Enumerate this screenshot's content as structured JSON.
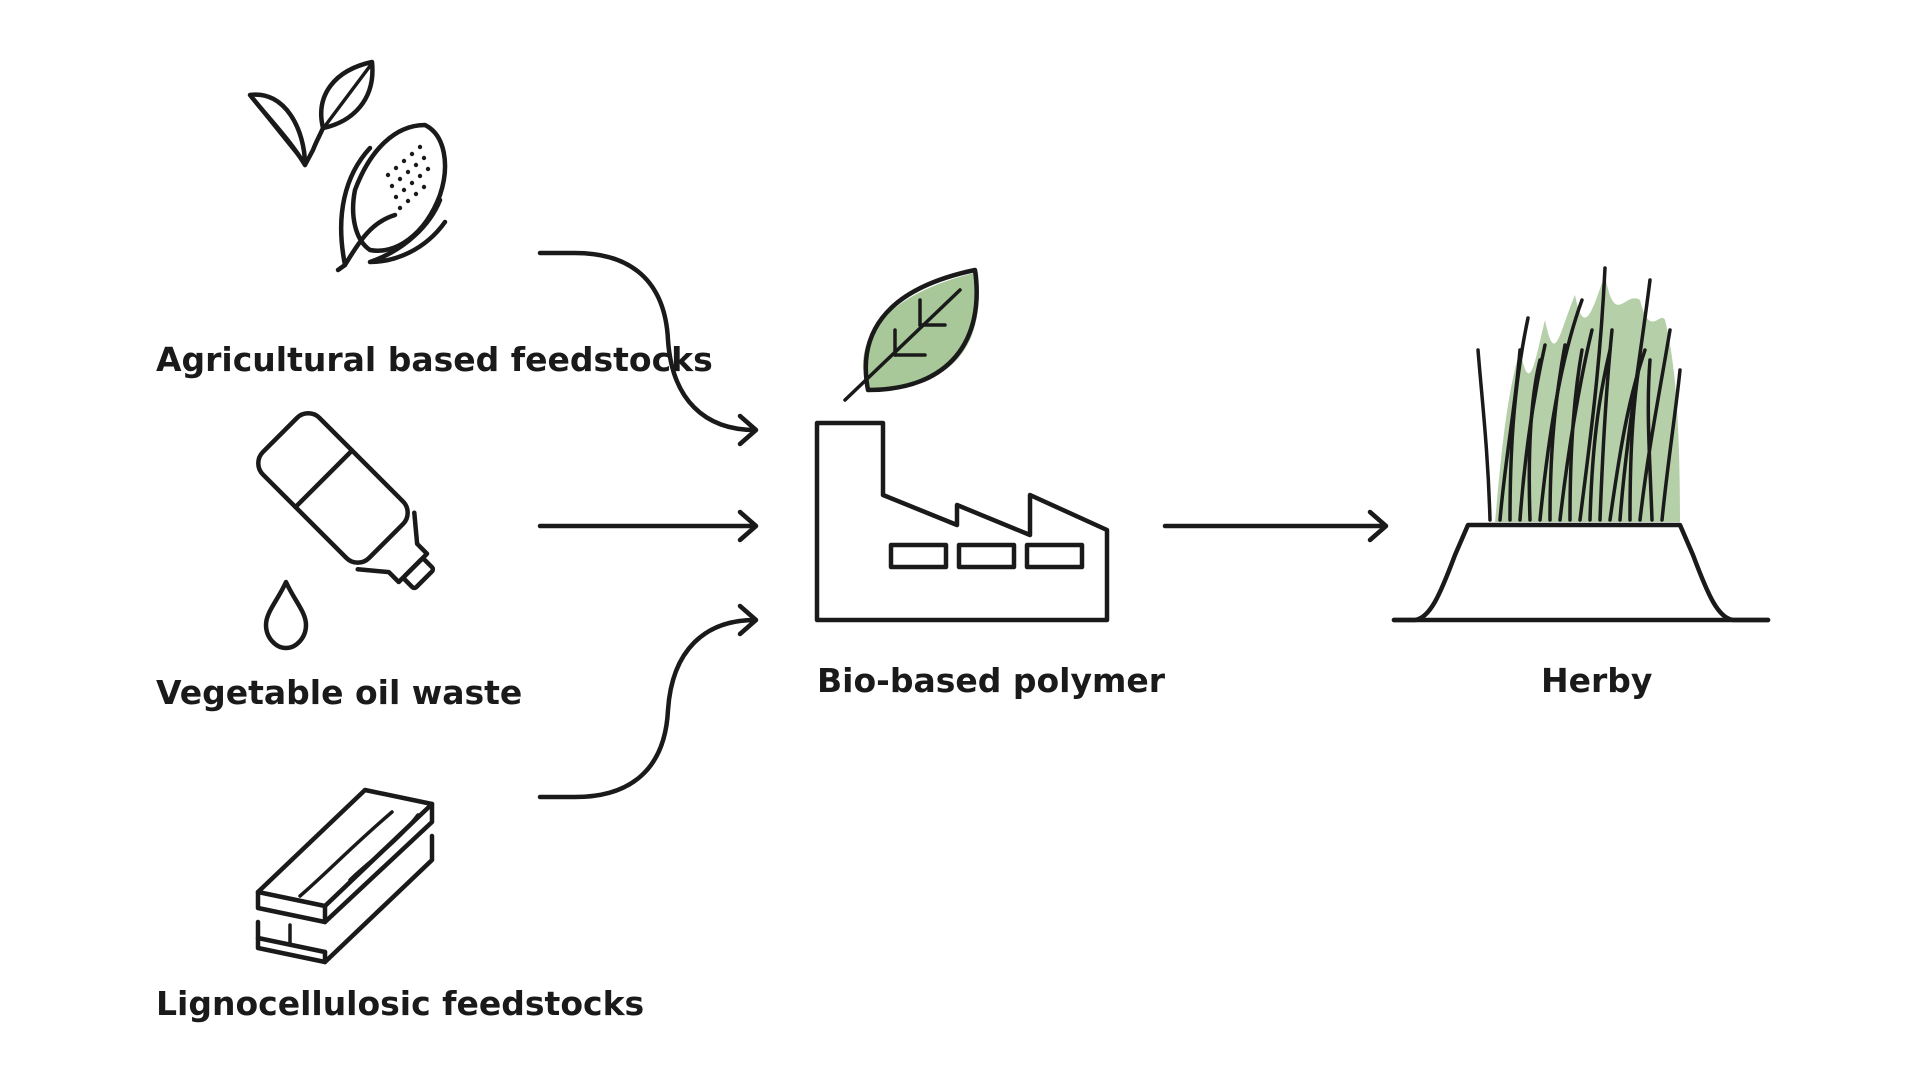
{
  "nodes": {
    "agricultural": {
      "label": "Agricultural based feedstocks",
      "icon": "leaves-and-corn-icon"
    },
    "vegetable_oil": {
      "label": "Vegetable oil waste",
      "icon": "oil-bottle-drop-icon"
    },
    "lignocellulosic": {
      "label": "Lignocellulosic feedstocks",
      "icon": "wood-planks-icon"
    },
    "polymer": {
      "label": "Bio-based polymer",
      "icon": "factory-leaf-icon"
    },
    "herby": {
      "label": "Herby",
      "icon": "grass-planter-icon"
    }
  },
  "edges": [
    {
      "from": "Agricultural based feedstocks",
      "to": "Bio-based polymer"
    },
    {
      "from": "Vegetable oil waste",
      "to": "Bio-based polymer"
    },
    {
      "from": "Lignocellulosic feedstocks",
      "to": "Bio-based polymer"
    },
    {
      "from": "Bio-based polymer",
      "to": "Herby"
    }
  ],
  "colors": {
    "ink": "#1a1a1a",
    "accent_green": "#a8c89a",
    "background": "#ffffff"
  }
}
